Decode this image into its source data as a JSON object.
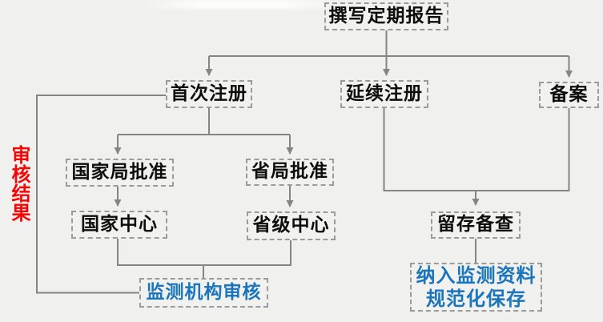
{
  "diagram": {
    "side_label": "审核结果",
    "nodes": {
      "write_report": {
        "label": "撰写定期报告"
      },
      "first_registration": {
        "label": "首次注册"
      },
      "renewal_registration": {
        "label": "延续注册"
      },
      "filing": {
        "label": "备案"
      },
      "national_bureau_approval": {
        "label": "国家局批准"
      },
      "provincial_bureau_approval": {
        "label": "省局批准"
      },
      "national_center": {
        "label": "国家中心"
      },
      "provincial_center": {
        "label": "省级中心"
      },
      "monitoring_agency_review": {
        "label": "监测机构审核"
      },
      "retain_for_reference": {
        "label": "留存备查"
      },
      "standardized_storage": {
        "line1": "纳入监测资料",
        "line2": "规范化保存"
      }
    },
    "colors": {
      "background": "#f0f0ee",
      "box_border": "#9b9b9b",
      "connector": "#858585",
      "text_black": "#0d0d0d",
      "text_blue": "#1b75bc",
      "text_red": "#fe0000"
    }
  }
}
